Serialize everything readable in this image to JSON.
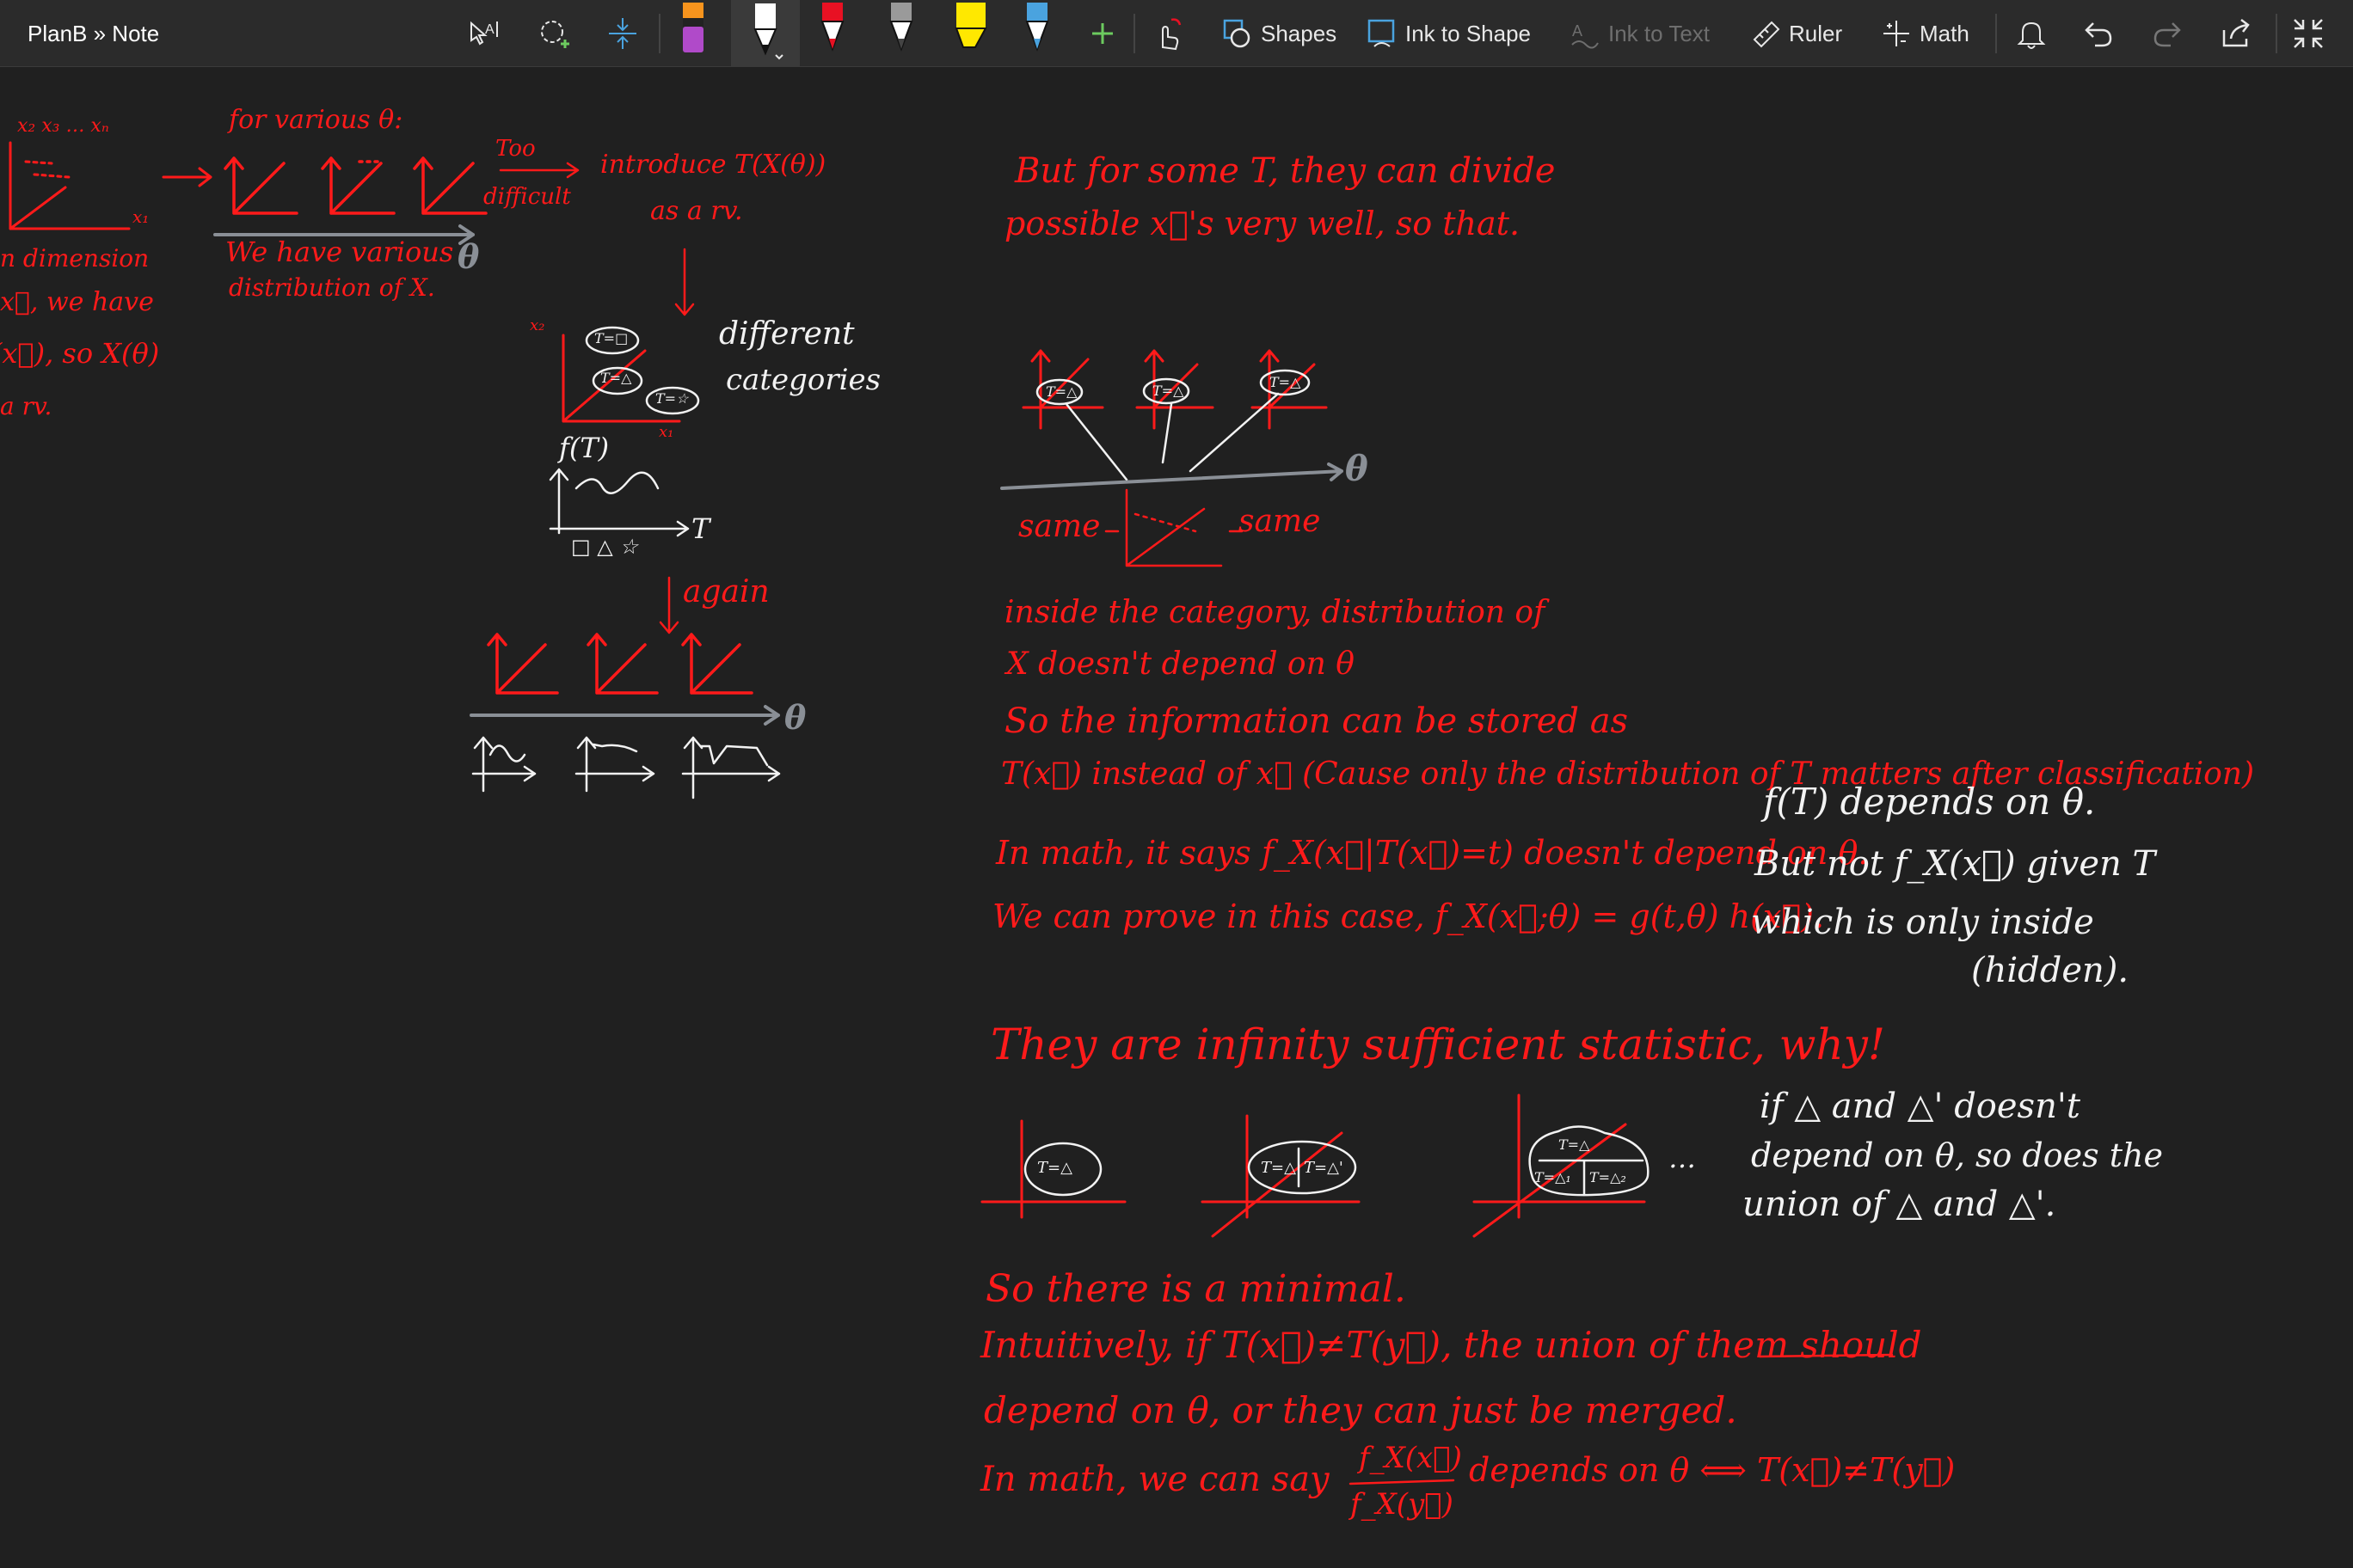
{
  "window": {
    "title": "PlanB » Note"
  },
  "toolbar": {
    "shapes_label": "Shapes",
    "ink_to_shape_label": "Ink to Shape",
    "ink_to_text_label": "Ink to Text",
    "ruler_label": "Ruler",
    "math_label": "Math",
    "pens": [
      {
        "name": "orange-purple-pen",
        "color": "#f7941d"
      },
      {
        "name": "white-pen",
        "color": "#ffffff"
      },
      {
        "name": "red-pen",
        "color": "#e81123"
      },
      {
        "name": "gray-pen",
        "color": "#9a9a9a"
      },
      {
        "name": "yellow-highlighter",
        "color": "#ffe800"
      },
      {
        "name": "blue-pen",
        "color": "#4aa3df"
      }
    ]
  },
  "note": {
    "left": {
      "axes_label": "x₂  x₃ … xₙ",
      "axes_x1": "x₁",
      "dimension_1": "n dimension",
      "dimension_2": "x⃗, we have",
      "dimension_3": "f(x⃗), so X(θ)",
      "dimension_4": "a rv.",
      "for_various": "for various θ:",
      "too_difficult_1": "Too",
      "too_difficult_2": "difficult",
      "introduce_1": "introduce T(X(θ))",
      "introduce_2": "as a rv.",
      "we_have_1": "We have various",
      "we_have_2": "distribution of X.",
      "theta_axis": "θ",
      "different_1": "different",
      "different_2": "categories",
      "cat_box_1": "T=□",
      "cat_box_2": "T=△",
      "cat_box_3": "T=☆",
      "x2_label": "x₂",
      "x1_label": "x₁",
      "f_of_t": "f(T)",
      "t_axis": "T",
      "t_ticks": "□ △ ☆",
      "again": "again",
      "theta_axis_2": "θ"
    },
    "right": {
      "line_1": "But for some T, they can divide",
      "line_2": "possible x⃗'s very well, so that.",
      "cluster_1": "T=△",
      "cluster_2": "T=△",
      "cluster_3": "T=△",
      "theta_axis": "θ",
      "same_left": "same",
      "same_right": "same",
      "line_3": "inside the category, distribution of",
      "line_4": "X doesn't depend on θ",
      "line_5": "So the information can be stored as",
      "line_6": "T(x⃗) instead of x⃗ (Cause only the distribution of T matters after classification)",
      "line_7": "In math, it says f_X(x⃗|T(x⃗)=t) doesn't depend on θ.",
      "line_8": "We can prove in this case, f_X(x⃗;θ) = g(t,θ) h(x⃗).",
      "side_1": "f(T) depends on θ.",
      "side_2": "But not f_X(x⃗) given T",
      "side_3": "which is only inside",
      "side_4": "(hidden).",
      "line_9": "They are infinity sufficient statistic, why!",
      "box_1": "T=△",
      "box_2a": "T=△",
      "box_2b": "T=△'",
      "box_3a": "T=△",
      "box_3b": "T=△₁",
      "box_3c": "T=△₂",
      "ellipsis": "…",
      "union_1": "if △ and △' doesn't",
      "union_2": "depend on θ, so does the",
      "union_3": "union of △ and △'.",
      "line_10": "So there is a minimal.",
      "line_11": "Intuitively, if T(x⃗)≠T(y⃗), the union of them should",
      "line_12": "depend on θ, or they can just be merged.",
      "line_13a": "In math, we can say",
      "frac_num": "f_X(x⃗)",
      "frac_den": "f_X(y⃗)",
      "line_13b": "depends on θ ⟺ T(x⃗)≠T(y⃗)"
    }
  }
}
